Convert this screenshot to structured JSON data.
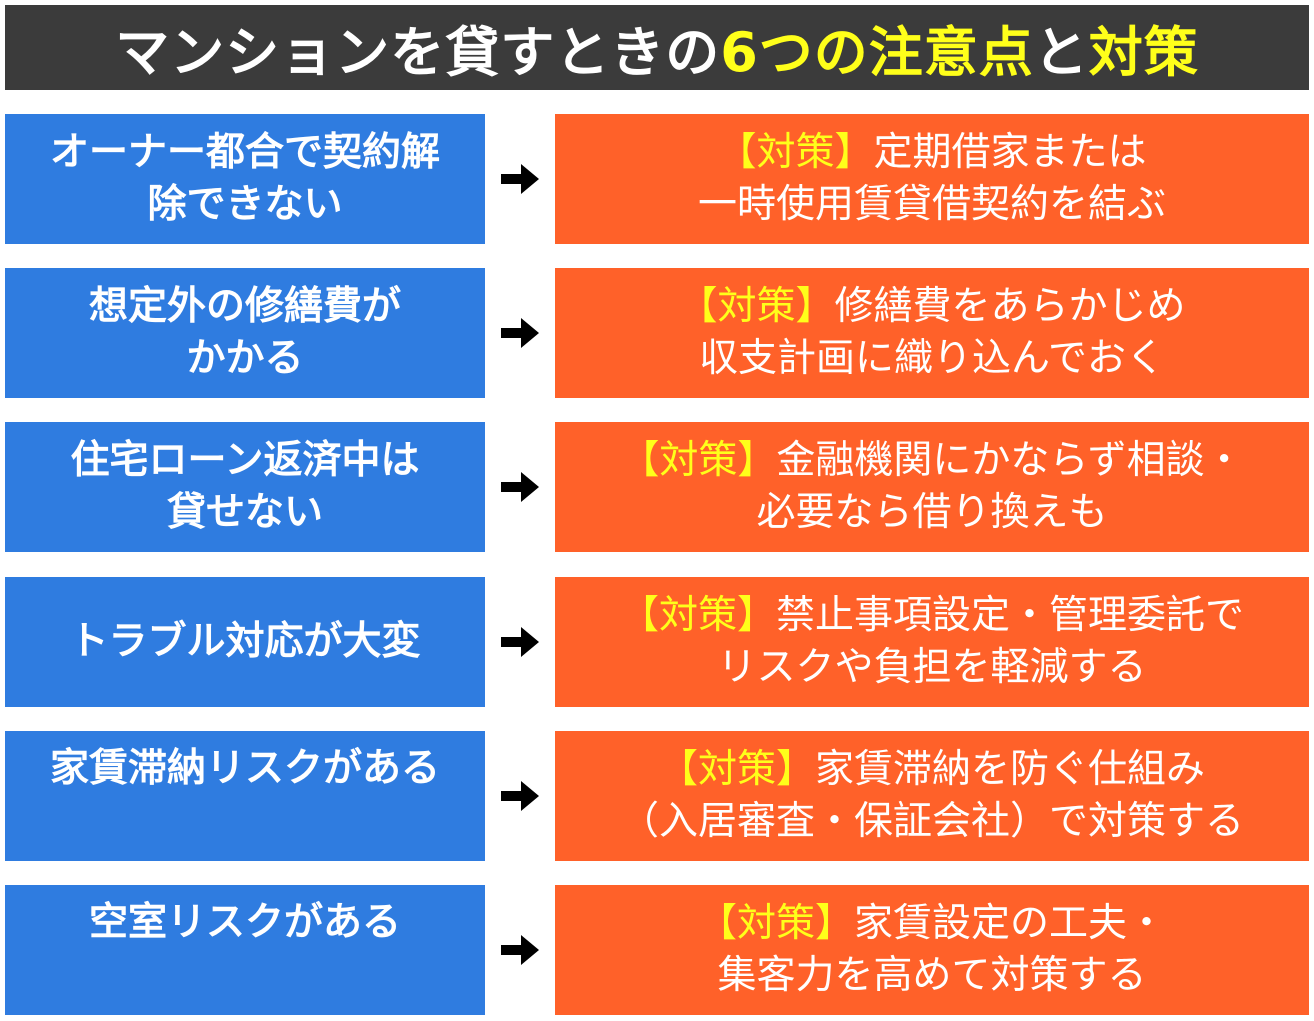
{
  "title": {
    "part1": "マンションを貸すときの",
    "part2": "6つの",
    "part3": "注意点",
    "part4": "と",
    "part5": "対策"
  },
  "colors": {
    "title_bg": "#3b3b3b",
    "highlight": "#ffff1a",
    "problem_bg": "#2f7ce0",
    "solution_bg": "#ff6129"
  },
  "rows": [
    {
      "problem": [
        "オーナー都合で契約解",
        "除できない"
      ],
      "tag": "【対策】",
      "solution": [
        "定期借家または",
        "一時使用賃貸借契約を結ぶ"
      ]
    },
    {
      "problem": [
        "想定外の修繕費が",
        "かかる"
      ],
      "tag": "【対策】",
      "solution": [
        "修繕費をあらかじめ",
        "収支計画に織り込んでおく"
      ]
    },
    {
      "problem": [
        "住宅ローン返済中は",
        "貸せない"
      ],
      "tag": "【対策】",
      "solution": [
        "金融機関にかならず相談・",
        "必要なら借り換えも"
      ]
    },
    {
      "problem": [
        "トラブル対応が大変",
        ""
      ],
      "tag": "【対策】",
      "solution": [
        "禁止事項設定・管理委託で",
        "リスクや負担を軽減する"
      ]
    },
    {
      "problem": [
        "家賃滞納リスクがある",
        ""
      ],
      "tag": "【対策】",
      "solution": [
        "家賃滞納を防ぐ仕組み",
        "（入居審査・保証会社）で対策する"
      ]
    },
    {
      "problem": [
        "空室リスクがある",
        ""
      ],
      "tag": "【対策】",
      "solution": [
        "家賃設定の工夫・",
        "集客力を高めて対策する"
      ]
    }
  ]
}
